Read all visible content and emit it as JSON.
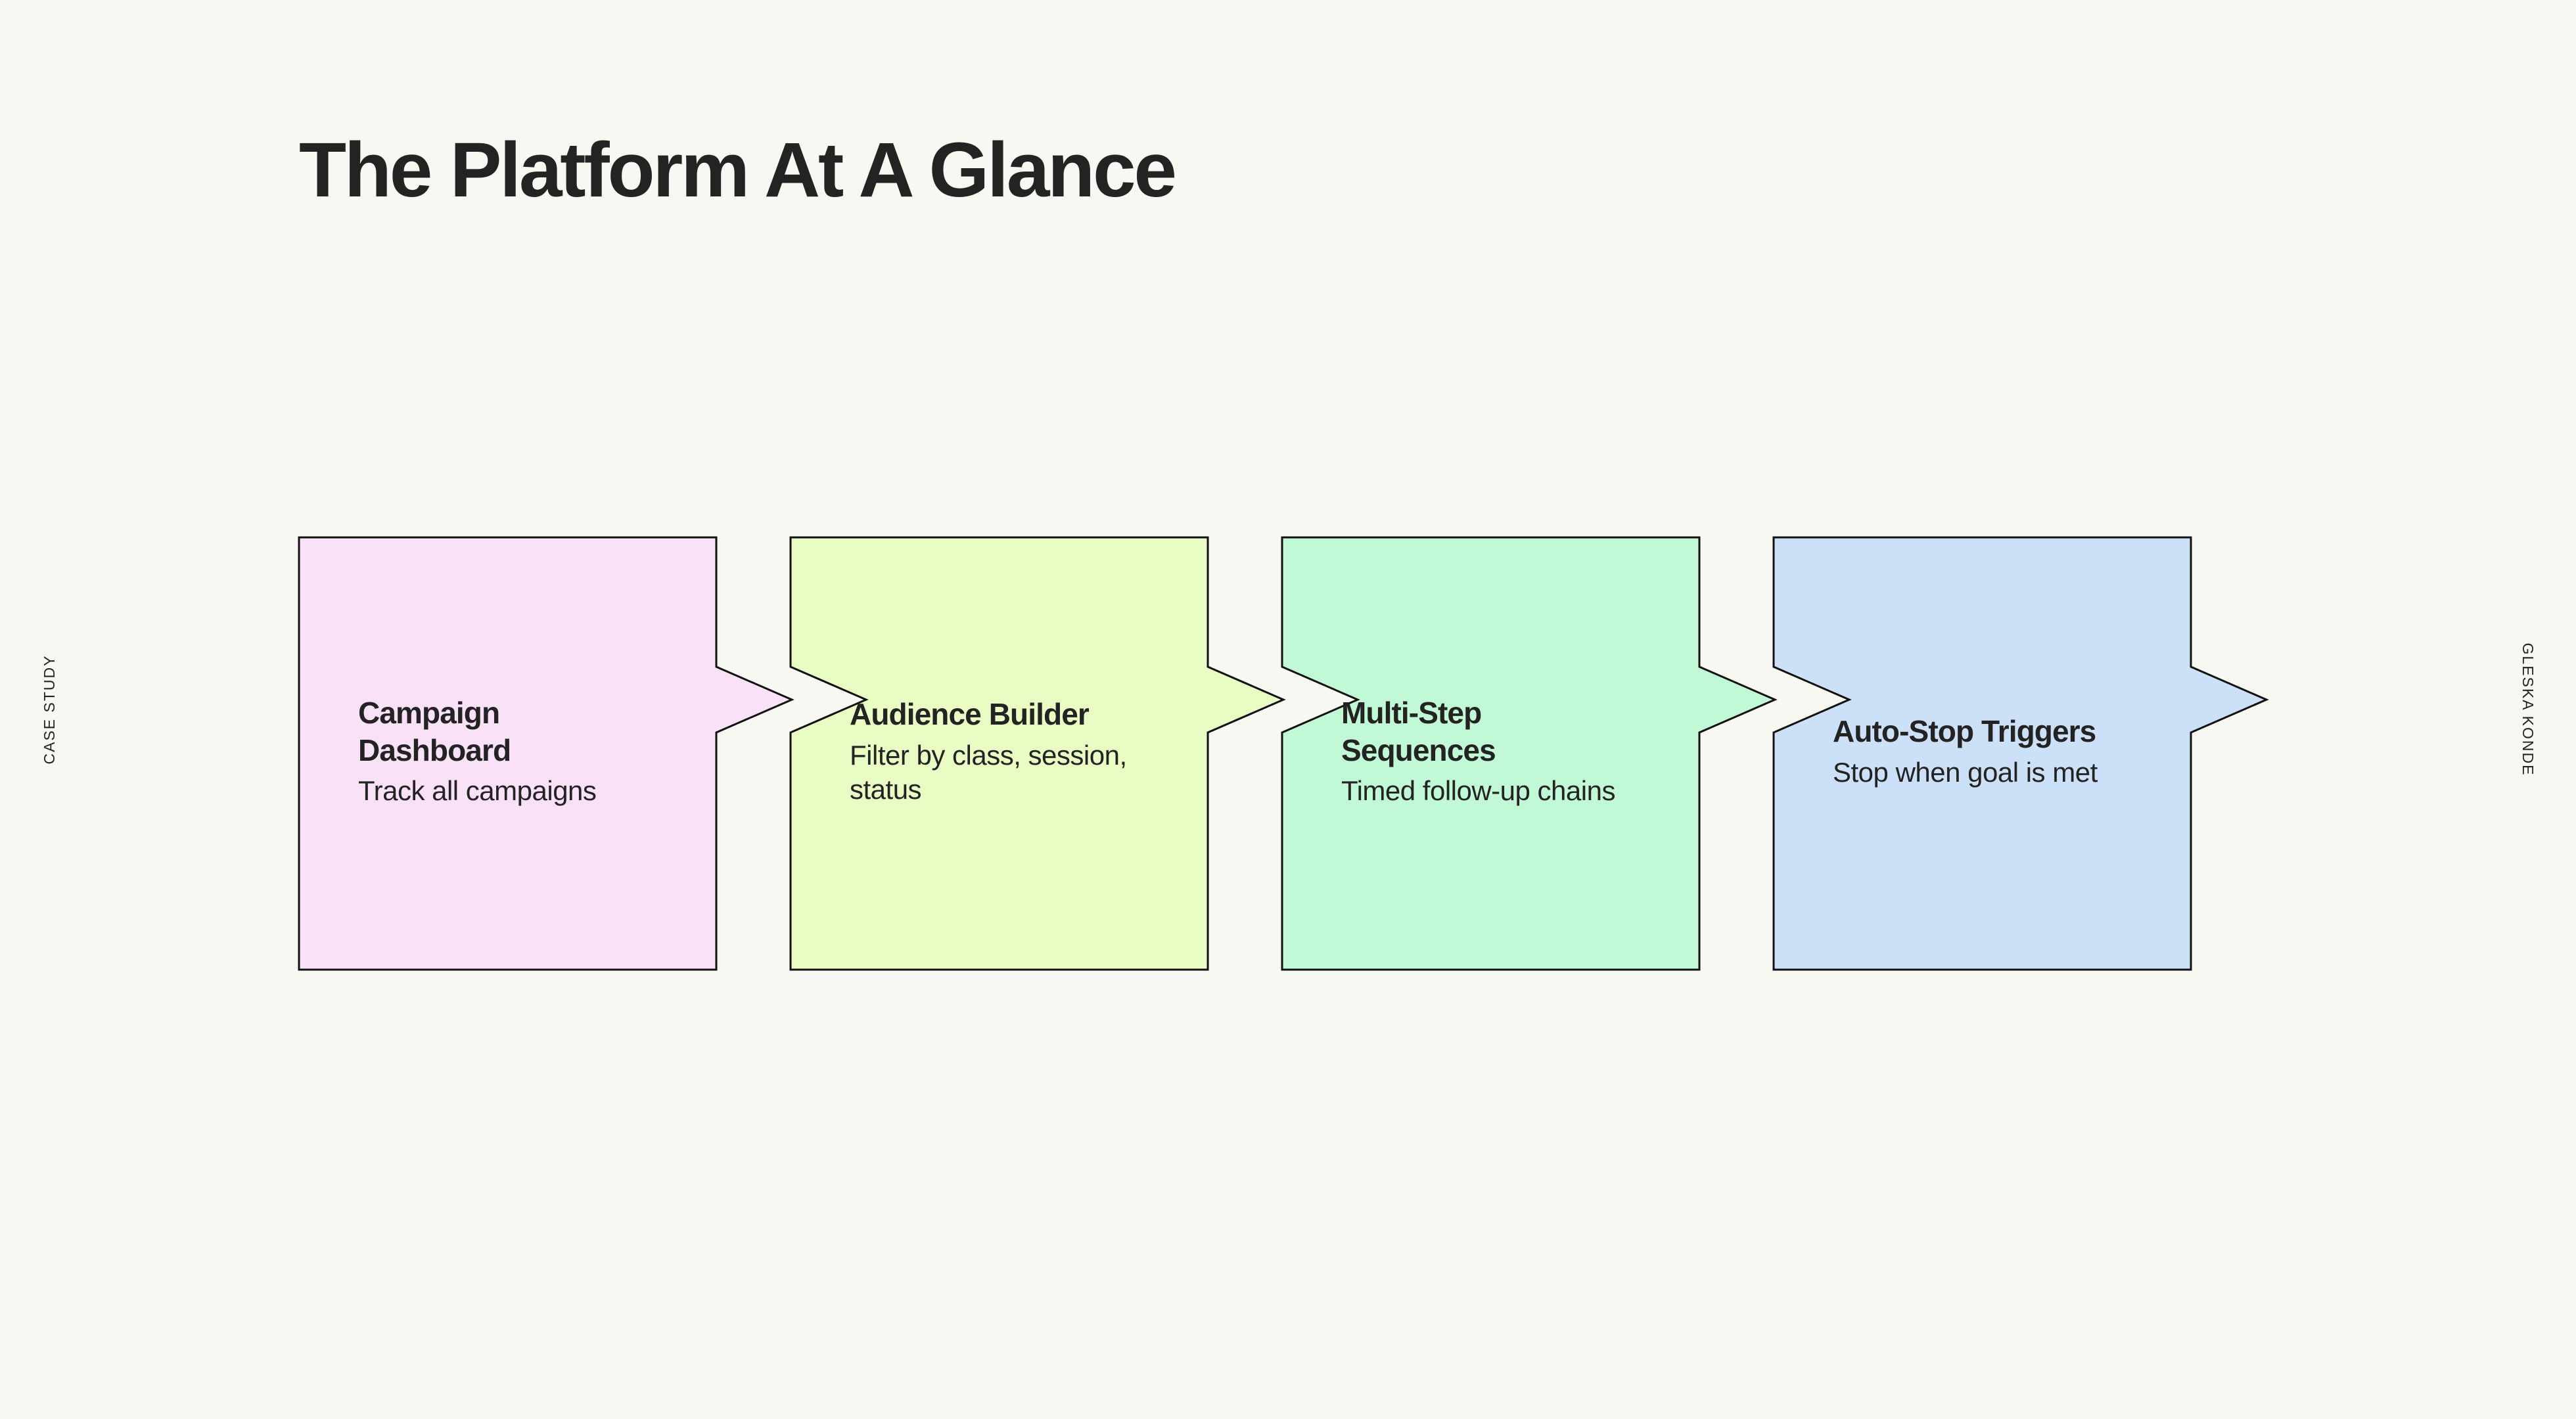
{
  "page": {
    "title": "The Platform At A Glance",
    "background_color": "#F7F8F2",
    "text_color": "#232323"
  },
  "side_labels": {
    "left": "CASE STUDY",
    "right": "GLESKA KONDE"
  },
  "cards": [
    {
      "title": "Campaign Dashboard",
      "description": "Track all campaigns",
      "fill": "#F9E1F7",
      "stroke": "#111111"
    },
    {
      "title": "Audience Builder",
      "description": "Filter by class, session, status",
      "fill": "#E8FCC4",
      "stroke": "#111111"
    },
    {
      "title": "Multi-Step Sequences",
      "description": "Timed follow-up chains",
      "fill": "#C1F8D5",
      "stroke": "#111111"
    },
    {
      "title": "Auto-Stop Triggers",
      "description": "Stop when goal is met",
      "fill": "#CCE1F7",
      "stroke": "#111111"
    }
  ]
}
